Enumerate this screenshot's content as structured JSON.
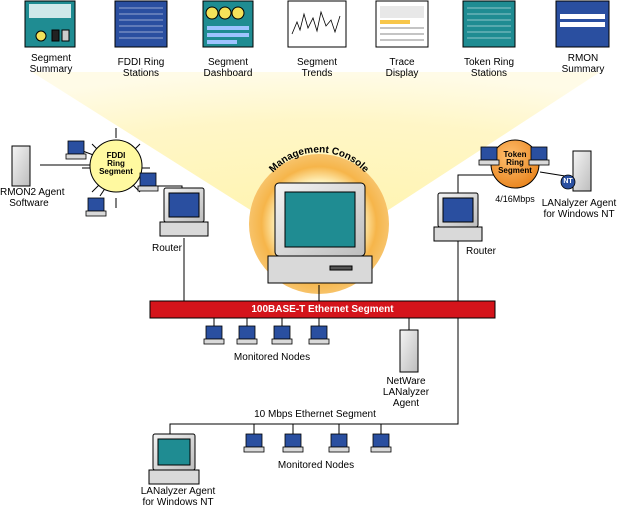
{
  "views": [
    {
      "id": "segment-summary",
      "line1": "Segment",
      "line2": "Summary"
    },
    {
      "id": "fddi-ring-stations",
      "line1": "FDDI Ring",
      "line2": "Stations"
    },
    {
      "id": "segment-dashboard",
      "line1": "Segment",
      "line2": "Dashboard"
    },
    {
      "id": "segment-trends",
      "line1": "Segment",
      "line2": "Trends"
    },
    {
      "id": "trace-display",
      "line1": "Trace",
      "line2": "Display"
    },
    {
      "id": "token-ring-stations",
      "line1": "Token Ring",
      "line2": "Stations"
    },
    {
      "id": "rmon-summary",
      "line1": "RMON",
      "line2": "Summary"
    }
  ],
  "console": {
    "label": "Management Console"
  },
  "fddi": {
    "line1": "FDDI",
    "line2": "Ring",
    "line3": "Segment"
  },
  "token": {
    "line1": "Token",
    "line2": "Ring",
    "line3": "Segment",
    "speed": "4/16Mbps"
  },
  "rmon2": {
    "line1": "RMON2 Agent",
    "line2": "Software"
  },
  "router_left": {
    "label": "Router"
  },
  "router_right": {
    "label": "Router"
  },
  "lan_agent_right": {
    "line1": "LANalyzer Agent",
    "line2": "for Windows NT",
    "badge": "NT"
  },
  "ethernet100": {
    "label": "100BASE-T Ethernet Segment"
  },
  "monitored_top": {
    "label": "Monitored Nodes"
  },
  "netware": {
    "line1": "NetWare",
    "line2": "LANalyzer",
    "line3": "Agent"
  },
  "ethernet10": {
    "label": "10 Mbps Ethernet Segment"
  },
  "monitored_bottom": {
    "label": "Monitored Nodes"
  },
  "lan_agent_bottom": {
    "line1": "LANalyzer Agent",
    "line2": "for Windows NT"
  },
  "colors": {
    "beam": "#fff3a8",
    "console_ring": "#f2a33a",
    "ethernet_bar": "#d4141b",
    "fddi_fill": "#fff9a0",
    "token_fill": "#f79a2c",
    "screen_teal": "#1f8c92",
    "screen_blue": "#2a4fa0",
    "monitor_body": "#dcdcdc"
  }
}
